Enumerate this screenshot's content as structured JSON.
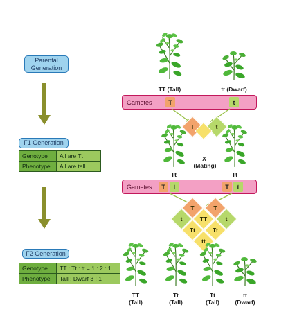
{
  "labels": {
    "parental_generation": "Parental Generation",
    "f1_generation": "F1 Generation",
    "f2_generation": "F2 Generation"
  },
  "f1_table": [
    {
      "key": "Genotype",
      "value": "All are Tt"
    },
    {
      "key": "Phenotype",
      "value": "All are tall"
    }
  ],
  "f2_table": [
    {
      "key": "Genotype",
      "value": "TT : Tt : tt = 1 : 2 : 1"
    },
    {
      "key": "Phenotype",
      "value": "Tall : Dwarf 3 : 1"
    }
  ],
  "parents": {
    "tall_label": "TT (Tall)",
    "dwarf_label": "tt (Dwarf)"
  },
  "gametes_bar_1": {
    "label": "Gametes",
    "left_allele": "T",
    "right_allele": "t"
  },
  "cross_1": {
    "left_diamond": "T",
    "right_diamond": "t",
    "mating_symbol": "X",
    "mating_label": "(Mating)"
  },
  "f1_plants": {
    "left_label": "Tt",
    "right_label": "Tt"
  },
  "gametes_bar_2": {
    "label": "Gametes",
    "left_alleles": [
      "T",
      "t"
    ],
    "right_alleles": [
      "T",
      "t"
    ]
  },
  "punnett": {
    "top_left": "T",
    "top_right": "T",
    "left": "t",
    "center": "TT",
    "right": "t",
    "mid_left": "Tt",
    "mid_right": "Tt",
    "bottom": "tt"
  },
  "f2_plants": [
    {
      "genotype": "TT",
      "phenotype": "(Tall)"
    },
    {
      "genotype": "Tt",
      "phenotype": "(Tall)"
    },
    {
      "genotype": "Tt",
      "phenotype": "(Tall)"
    },
    {
      "genotype": "tt",
      "phenotype": "(Dwarf)"
    }
  ],
  "colors": {
    "label_box_fill": "#9fd3ee",
    "gamete_bar_fill": "#f3a0c4",
    "arrow_olive": "#8a8f2c",
    "allele_T": "#f2a36b",
    "allele_t": "#b6d86a",
    "plant_green": "#3aa629"
  }
}
